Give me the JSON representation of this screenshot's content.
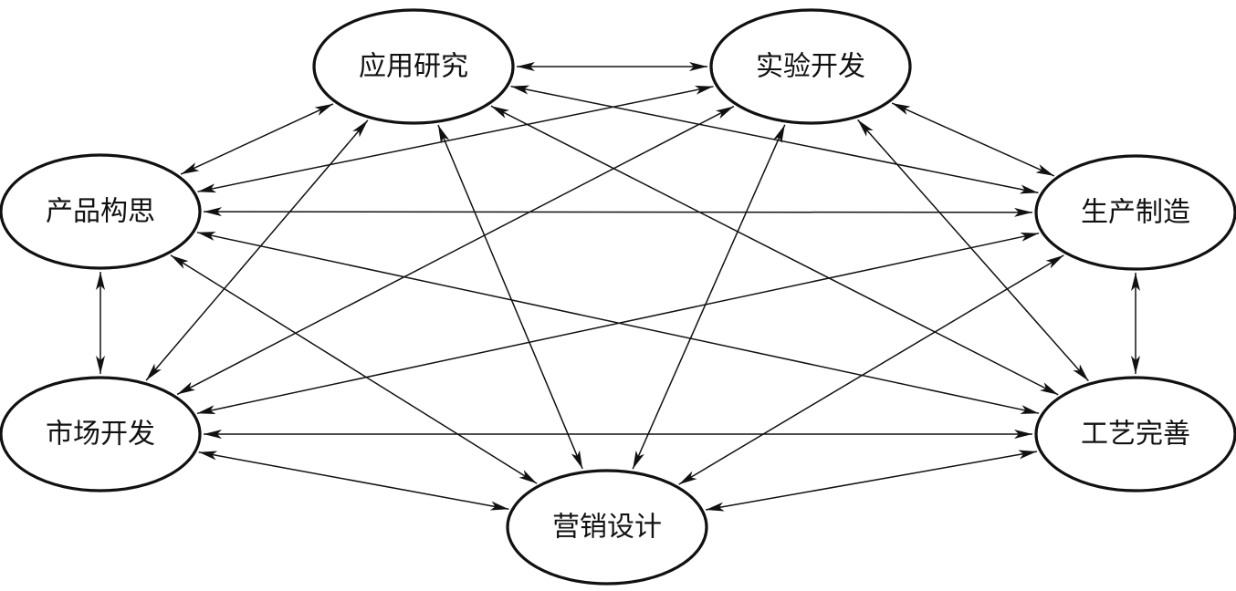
{
  "nodes": [
    {
      "id": "applied_research",
      "label": "应用研究"
    },
    {
      "id": "experimental_dev",
      "label": "实验开发"
    },
    {
      "id": "product_concept",
      "label": "产品构思"
    },
    {
      "id": "manufacturing",
      "label": "生产制造"
    },
    {
      "id": "market_dev",
      "label": "市场开发"
    },
    {
      "id": "process_improve",
      "label": "工艺完善"
    },
    {
      "id": "marketing_design",
      "label": "营销设计"
    }
  ],
  "edges": [
    {
      "from": "applied_research",
      "to": "experimental_dev",
      "direction": "both"
    },
    {
      "from": "applied_research",
      "to": "product_concept",
      "direction": "both"
    },
    {
      "from": "applied_research",
      "to": "manufacturing",
      "direction": "both"
    },
    {
      "from": "applied_research",
      "to": "market_dev",
      "direction": "both"
    },
    {
      "from": "applied_research",
      "to": "process_improve",
      "direction": "both"
    },
    {
      "from": "applied_research",
      "to": "marketing_design",
      "direction": "both"
    },
    {
      "from": "experimental_dev",
      "to": "product_concept",
      "direction": "both"
    },
    {
      "from": "experimental_dev",
      "to": "manufacturing",
      "direction": "both"
    },
    {
      "from": "experimental_dev",
      "to": "market_dev",
      "direction": "both"
    },
    {
      "from": "experimental_dev",
      "to": "process_improve",
      "direction": "both"
    },
    {
      "from": "experimental_dev",
      "to": "marketing_design",
      "direction": "both"
    },
    {
      "from": "product_concept",
      "to": "manufacturing",
      "direction": "both"
    },
    {
      "from": "product_concept",
      "to": "market_dev",
      "direction": "both"
    },
    {
      "from": "product_concept",
      "to": "process_improve",
      "direction": "both"
    },
    {
      "from": "product_concept",
      "to": "marketing_design",
      "direction": "both"
    },
    {
      "from": "manufacturing",
      "to": "market_dev",
      "direction": "both"
    },
    {
      "from": "manufacturing",
      "to": "process_improve",
      "direction": "both"
    },
    {
      "from": "manufacturing",
      "to": "marketing_design",
      "direction": "both"
    },
    {
      "from": "market_dev",
      "to": "process_improve",
      "direction": "both"
    },
    {
      "from": "market_dev",
      "to": "marketing_design",
      "direction": "both"
    },
    {
      "from": "process_improve",
      "to": "marketing_design",
      "direction": "both"
    }
  ],
  "colors": {
    "stroke": "#111111",
    "background": "#ffffff"
  }
}
